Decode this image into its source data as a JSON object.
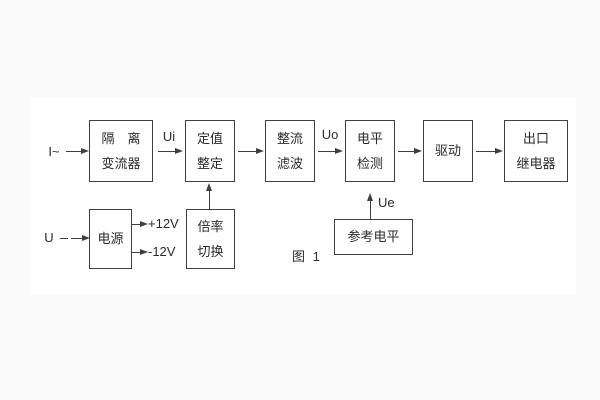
{
  "figure": {
    "caption": "图 1",
    "colors": {
      "line": "#3f3f3f",
      "text": "#2a2a2a",
      "page_bg": "#fafafa",
      "panel_bg": "#ffffff"
    }
  },
  "inputs": {
    "current": "I~",
    "voltage": "U"
  },
  "signals": {
    "ui": "Ui",
    "uo": "Uo",
    "ue": "Ue",
    "plus12v": "+12V",
    "minus12v": "-12V"
  },
  "boxes": {
    "isolation_transformer": {
      "line1": "隔　离",
      "line2": "变流器"
    },
    "setpoint_adjust": {
      "line1": "定值",
      "line2": "整定"
    },
    "rectify_filter": {
      "line1": "整流",
      "line2": "滤波"
    },
    "level_detect": {
      "line1": "电平",
      "line2": "检测"
    },
    "drive": {
      "label": "驱动"
    },
    "output_relay": {
      "line1": "出口",
      "line2": "继电器"
    },
    "power_supply": {
      "label": "电源"
    },
    "ratio_switch": {
      "line1": "倍率",
      "line2": "切换"
    },
    "reference_level": {
      "label": "参考电平"
    }
  }
}
